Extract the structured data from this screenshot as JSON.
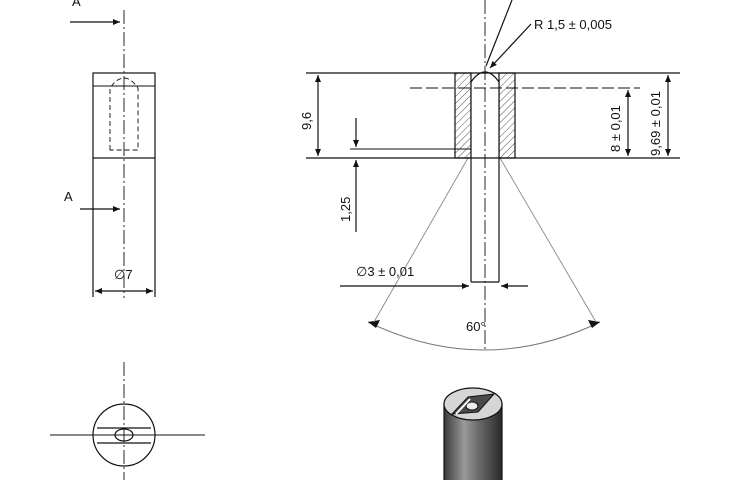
{
  "section_labels": {
    "a_top": "A",
    "a_bottom": "A"
  },
  "dimensions": {
    "diameter_outer": "∅7",
    "radius_tip": "R 1,5 ± 0,005",
    "height_body": "9,6",
    "chamfer_depth": "1,25",
    "hole_depth": "8 ± 0,01",
    "total_height": "9,69 ± 0,01",
    "hole_diameter": "∅3 ± 0,01",
    "cone_angle": "60°"
  },
  "colors": {
    "line": "#111111",
    "hatch": "#555555",
    "arc": "#777777",
    "solid_light": "#c8c8c8",
    "solid_dark": "#3a3a3a"
  }
}
